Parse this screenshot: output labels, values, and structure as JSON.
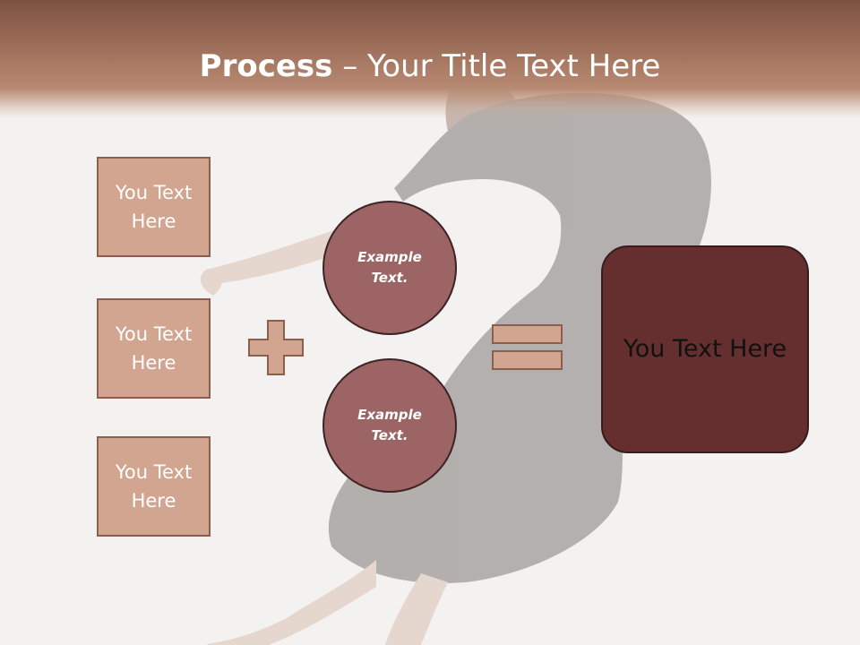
{
  "slide": {
    "title_bold": "Process",
    "title_separator": " – ",
    "title_rest": "Your Title Text Here"
  },
  "left_boxes": [
    {
      "text": "You Text Here"
    },
    {
      "text": "You Text Here"
    },
    {
      "text": "You Text Here"
    }
  ],
  "circles": [
    {
      "text": "Example Text."
    },
    {
      "text": "Example Text."
    }
  ],
  "operators": {
    "plus_icon": "plus-icon",
    "equals_icon": "equals-icon"
  },
  "result_box": {
    "text": "You Text Here"
  },
  "colors": {
    "header": "#9a6b56",
    "text_box_fill": "#d1a590",
    "text_box_border": "#8a5f4e",
    "circle_fill": "#9c6465",
    "result_fill": "#652f30",
    "background": "#f4f2f0"
  }
}
